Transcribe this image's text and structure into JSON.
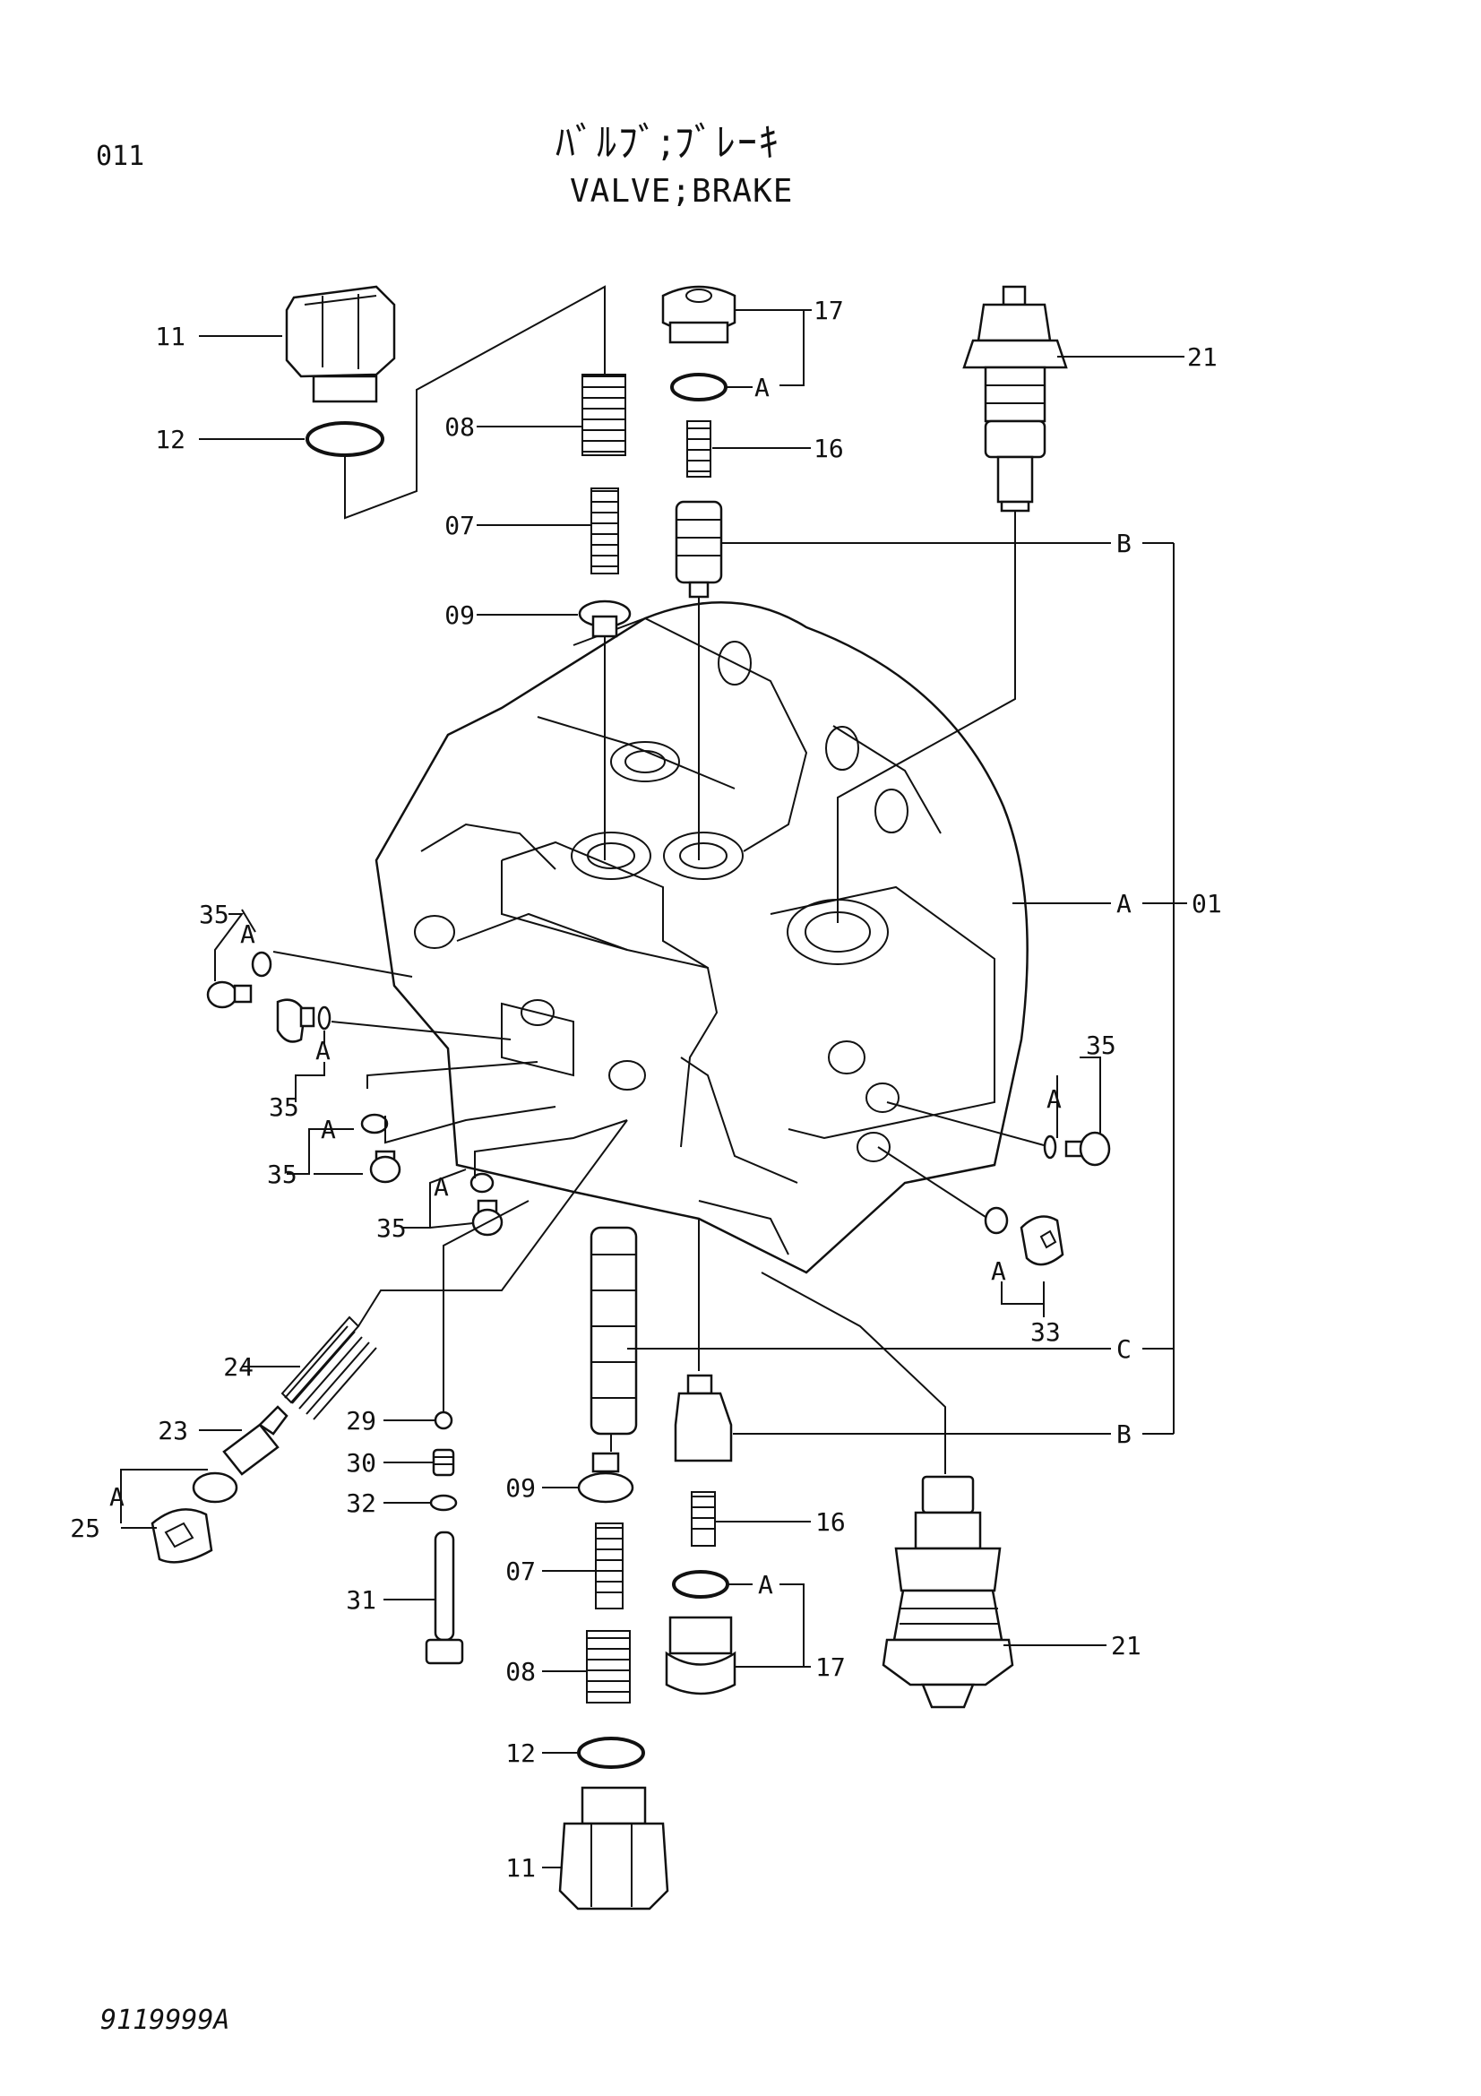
{
  "header": {
    "page_number": "011",
    "title_jp": "ﾊﾞﾙﾌﾞ;ﾌﾞﾚｰｷ",
    "title_en": "VALVE;BRAKE"
  },
  "footer": {
    "drawing_number": "9119999A"
  },
  "callouts": {
    "c11_top": "11",
    "c12_top": "12",
    "c08_top": "08",
    "c07_top": "07",
    "c09_top": "09",
    "c17_top": "17",
    "cA_top": "A",
    "c16_top": "16",
    "c21_top": "21",
    "cB_top": "B",
    "cA_body": "A",
    "c01": "01",
    "c35_a": "35",
    "cA_35a": "A",
    "c35_b": "35",
    "cA_35b": "A",
    "c35_c": "35",
    "cA_35c": "A",
    "c35_d": "35",
    "cA_35d": "A",
    "c35_e": "35",
    "cA_35e": "A",
    "c33": "33",
    "cA_33": "A",
    "cC": "C",
    "cB_bot": "B",
    "c24": "24",
    "c23": "23",
    "cA_25": "A",
    "c25": "25",
    "c29": "29",
    "c30": "30",
    "c32": "32",
    "c31": "31",
    "c09_bot": "09",
    "c16_bot": "16",
    "c07_bot": "07",
    "cA_bot": "A",
    "c17_bot": "17",
    "c21_bot": "21",
    "c08_bot": "08",
    "c12_bot": "12",
    "c11_bot": "11"
  }
}
